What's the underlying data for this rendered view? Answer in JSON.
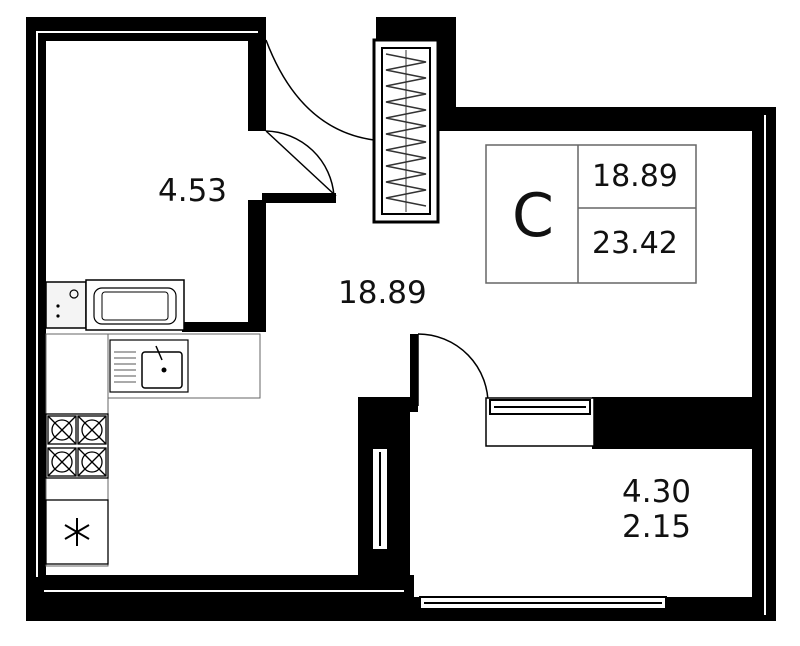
{
  "colors": {
    "wall": "#000000",
    "floor": "#ffffff",
    "fixture": "#333333",
    "fixture_fill": "#f1f1f1",
    "legend_border": "#666666"
  },
  "rooms": {
    "bathroom_area": "4.53",
    "main_room_area": "18.89",
    "balcony_area": "4.30",
    "balcony_reduced_area": "2.15"
  },
  "legend": {
    "type_letter": "С",
    "living_area": "18.89",
    "total_area": "23.42"
  },
  "icons": {
    "stove": "stove-icon",
    "sink": "sink-icon",
    "fridge": "snowflake-icon",
    "washer": "washing-machine-icon",
    "radiator": "radiator-icon"
  }
}
